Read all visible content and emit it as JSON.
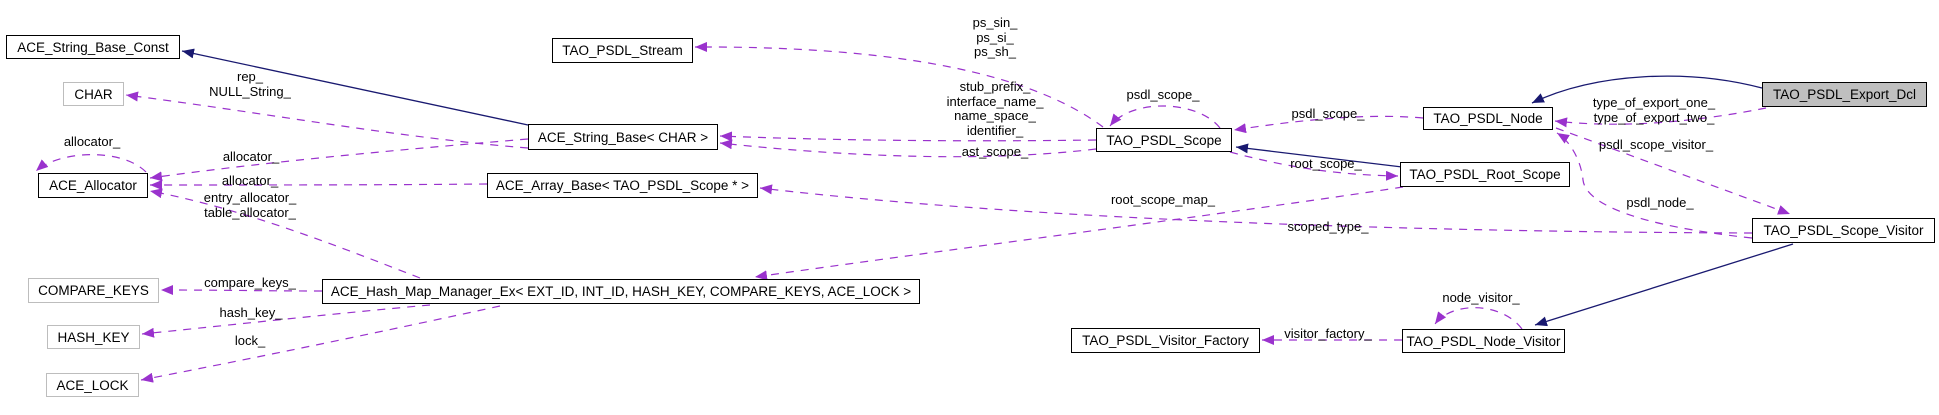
{
  "diagram": {
    "type": "class-collaboration-graph",
    "highlighted_node": "TAO_PSDL_Export_Dcl",
    "colors": {
      "inheritance_edge": "#191970",
      "usage_edge": "#9a32cd",
      "node_border": "#000000",
      "template_node_border": "#bdbdbd",
      "highlight_fill": "#bfbfbf",
      "node_fill": "#ffffff",
      "background": "#ffffff",
      "label_text": "#000000"
    },
    "nodes": [
      {
        "id": "ace_string_base_const",
        "label": "ACE_String_Base_Const",
        "style": "default"
      },
      {
        "id": "char",
        "label": "CHAR",
        "style": "template"
      },
      {
        "id": "ace_allocator",
        "label": "ACE_Allocator",
        "style": "default"
      },
      {
        "id": "compare_keys",
        "label": "COMPARE_KEYS",
        "style": "template"
      },
      {
        "id": "hash_key",
        "label": "HASH_KEY",
        "style": "template"
      },
      {
        "id": "ace_lock",
        "label": "ACE_LOCK",
        "style": "template"
      },
      {
        "id": "tao_psdl_stream",
        "label": "TAO_PSDL_Stream",
        "style": "default"
      },
      {
        "id": "ace_string_base",
        "label": "ACE_String_Base< CHAR >",
        "style": "default"
      },
      {
        "id": "ace_array_base",
        "label": "ACE_Array_Base< TAO_PSDL_Scope * >",
        "style": "default"
      },
      {
        "id": "ace_hash_map",
        "label": "ACE_Hash_Map_Manager_Ex< EXT_ID, INT_ID, HASH_KEY, COMPARE_KEYS, ACE_LOCK >",
        "style": "default"
      },
      {
        "id": "tao_psdl_scope",
        "label": "TAO_PSDL_Scope",
        "style": "default"
      },
      {
        "id": "tao_psdl_node",
        "label": "TAO_PSDL_Node",
        "style": "default"
      },
      {
        "id": "tao_psdl_root_scope",
        "label": "TAO_PSDL_Root_Scope",
        "style": "default"
      },
      {
        "id": "tao_psdl_export_dcl",
        "label": "TAO_PSDL_Export_Dcl",
        "style": "highlight"
      },
      {
        "id": "tao_psdl_scope_visitor",
        "label": "TAO_PSDL_Scope_Visitor",
        "style": "default"
      },
      {
        "id": "tao_psdl_visitor_factory",
        "label": "TAO_PSDL_Visitor_Factory",
        "style": "default"
      },
      {
        "id": "tao_psdl_node_visitor",
        "label": "TAO_PSDL_Node_Visitor",
        "style": "default"
      }
    ],
    "edges": [
      {
        "id": "inherit_string_base",
        "kind": "inheritance",
        "from": "ace_string_base",
        "to": "ace_string_base_const",
        "label": []
      },
      {
        "id": "inherit_root_scope",
        "kind": "inheritance",
        "from": "tao_psdl_root_scope",
        "to": "tao_psdl_scope",
        "label": []
      },
      {
        "id": "inherit_export_dcl",
        "kind": "inheritance",
        "from": "tao_psdl_export_dcl",
        "to": "tao_psdl_node",
        "label": []
      },
      {
        "id": "inherit_scope_visitor",
        "kind": "inheritance",
        "from": "tao_psdl_scope_visitor",
        "to": "tao_psdl_node_visitor",
        "label": []
      },
      {
        "id": "rep",
        "kind": "usage",
        "from": "ace_string_base",
        "to": "char",
        "label": [
          "rep_",
          "NULL_String_"
        ]
      },
      {
        "id": "alloc_self",
        "kind": "usage",
        "from": "ace_allocator",
        "to": "ace_allocator",
        "label": [
          "allocator_"
        ]
      },
      {
        "id": "alloc_string",
        "kind": "usage",
        "from": "ace_string_base",
        "to": "ace_allocator",
        "label": [
          "allocator_"
        ]
      },
      {
        "id": "alloc_array",
        "kind": "usage",
        "from": "ace_array_base",
        "to": "ace_allocator",
        "label": [
          "allocator_"
        ]
      },
      {
        "id": "alloc_hash",
        "kind": "usage",
        "from": "ace_hash_map",
        "to": "ace_allocator",
        "label": [
          "entry_allocator_",
          "table_allocator_"
        ]
      },
      {
        "id": "compare",
        "kind": "usage",
        "from": "ace_hash_map",
        "to": "compare_keys",
        "label": [
          "compare_keys_"
        ]
      },
      {
        "id": "hashkey",
        "kind": "usage",
        "from": "ace_hash_map",
        "to": "hash_key",
        "label": [
          "hash_key_"
        ]
      },
      {
        "id": "lock",
        "kind": "usage",
        "from": "ace_hash_map",
        "to": "ace_lock",
        "label": [
          "lock_"
        ]
      },
      {
        "id": "ps_streams",
        "kind": "usage",
        "from": "tao_psdl_scope",
        "to": "tao_psdl_stream",
        "label": [
          "ps_sin_",
          "ps_si_",
          "ps_sh_"
        ]
      },
      {
        "id": "scope_strings",
        "kind": "usage",
        "from": "tao_psdl_scope",
        "to": "ace_string_base",
        "label": [
          "stub_prefix_",
          "interface_name_",
          "name_space_",
          "identifier_"
        ]
      },
      {
        "id": "ast_scope",
        "kind": "usage",
        "from": "tao_psdl_scope",
        "to": "ace_string_base",
        "label": [
          "ast_scope_"
        ]
      },
      {
        "id": "scope_self",
        "kind": "usage",
        "from": "tao_psdl_scope",
        "to": "tao_psdl_scope",
        "label": [
          "psdl_scope_"
        ]
      },
      {
        "id": "psdl_scope",
        "kind": "usage",
        "from": "tao_psdl_node",
        "to": "tao_psdl_scope",
        "label": [
          "psdl_scope_"
        ]
      },
      {
        "id": "root_scope",
        "kind": "usage",
        "from": "tao_psdl_scope",
        "to": "tao_psdl_root_scope",
        "label": [
          "root_scope_"
        ]
      },
      {
        "id": "root_scope_map",
        "kind": "usage",
        "from": "tao_psdl_root_scope",
        "to": "ace_hash_map",
        "label": [
          "root_scope_map_"
        ]
      },
      {
        "id": "scoped_type",
        "kind": "usage",
        "from": "tao_psdl_scope_visitor",
        "to": "ace_array_base",
        "label": [
          "scoped_type_"
        ]
      },
      {
        "id": "type_of_export",
        "kind": "usage",
        "from": "tao_psdl_export_dcl",
        "to": "tao_psdl_node",
        "label": [
          "type_of_export_one_",
          "type_of_export_two_"
        ]
      },
      {
        "id": "psdl_scope_visitor",
        "kind": "usage",
        "from": "tao_psdl_node",
        "to": "tao_psdl_scope_visitor",
        "label": [
          "psdl_scope_visitor_"
        ]
      },
      {
        "id": "psdl_node",
        "kind": "usage",
        "from": "tao_psdl_scope_visitor",
        "to": "tao_psdl_node",
        "label": [
          "psdl_node_"
        ]
      },
      {
        "id": "node_visitor_self",
        "kind": "usage",
        "from": "tao_psdl_node_visitor",
        "to": "tao_psdl_node_visitor",
        "label": [
          "node_visitor_"
        ]
      },
      {
        "id": "visitor_factory",
        "kind": "usage",
        "from": "tao_psdl_node_visitor",
        "to": "tao_psdl_visitor_factory",
        "label": [
          "visitor_factory_"
        ]
      }
    ]
  }
}
